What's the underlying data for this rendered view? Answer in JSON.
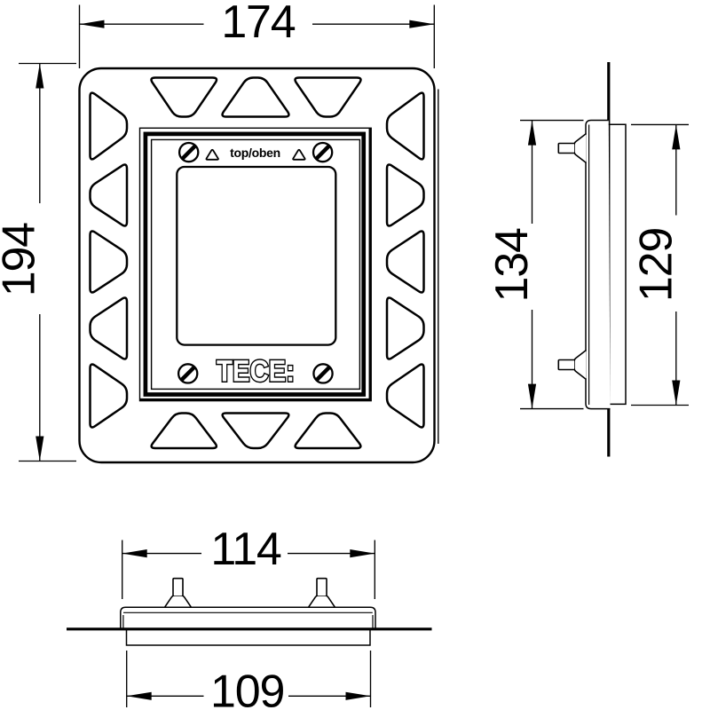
{
  "drawing": {
    "type": "technical-dimension-drawing",
    "line_color": "#000000",
    "background_color": "#ffffff"
  },
  "front_view": {
    "width_dim": "174",
    "height_dim": "194",
    "orientation_marking": "top/oben",
    "logo": "TECE:"
  },
  "side_view": {
    "outer_dim": "134",
    "inner_dim": "129"
  },
  "bottom_view": {
    "outer_dim": "114",
    "inner_dim": "109"
  }
}
